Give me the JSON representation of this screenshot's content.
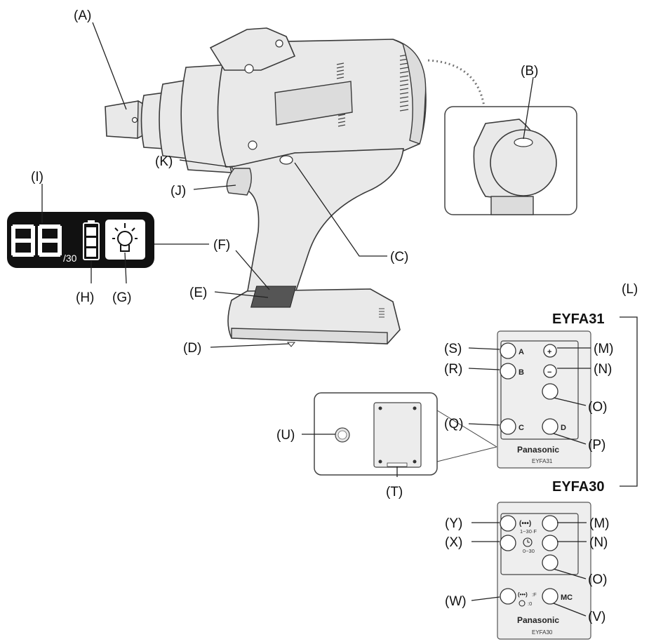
{
  "callouts": {
    "A": "(A)",
    "B": "(B)",
    "C": "(C)",
    "D": "(D)",
    "E": "(E)",
    "F": "(F)",
    "G": "(G)",
    "H": "(H)",
    "I": "(I)",
    "J": "(J)",
    "K": "(K)",
    "L": "(L)",
    "M": "(M)",
    "N": "(N)",
    "O": "(O)",
    "P": "(P)",
    "Q": "(Q)",
    "R": "(R)",
    "S": "(S)",
    "T": "(T)",
    "U": "(U)",
    "V": "(V)",
    "W": "(W)",
    "X": "(X)",
    "Y": "(Y)"
  },
  "display_panel": {
    "digits": "88",
    "max_suffix": "/30",
    "battery_icon": "battery-icon",
    "light_icon": "light-bulb-icon",
    "background_color": "#111111"
  },
  "remote_eyfa31": {
    "model_title": "EYFA31",
    "buttons": {
      "a": "A",
      "b": "B",
      "c": "C",
      "d": "D",
      "plus": "+",
      "minus": "−"
    },
    "brand": "Panasonic",
    "model_label": "EYFA31"
  },
  "remote_eyfa30": {
    "model_title": "EYFA30",
    "count_range": "1~30·F",
    "timer_range": "0~30",
    "reset_text_f": ":F",
    "reset_text_0": ":0",
    "mc_label": "MC",
    "brand": "Panasonic",
    "model_label": "EYFA30",
    "count_icon": "bolt-count-icon",
    "timer_icon": "clock-icon"
  }
}
